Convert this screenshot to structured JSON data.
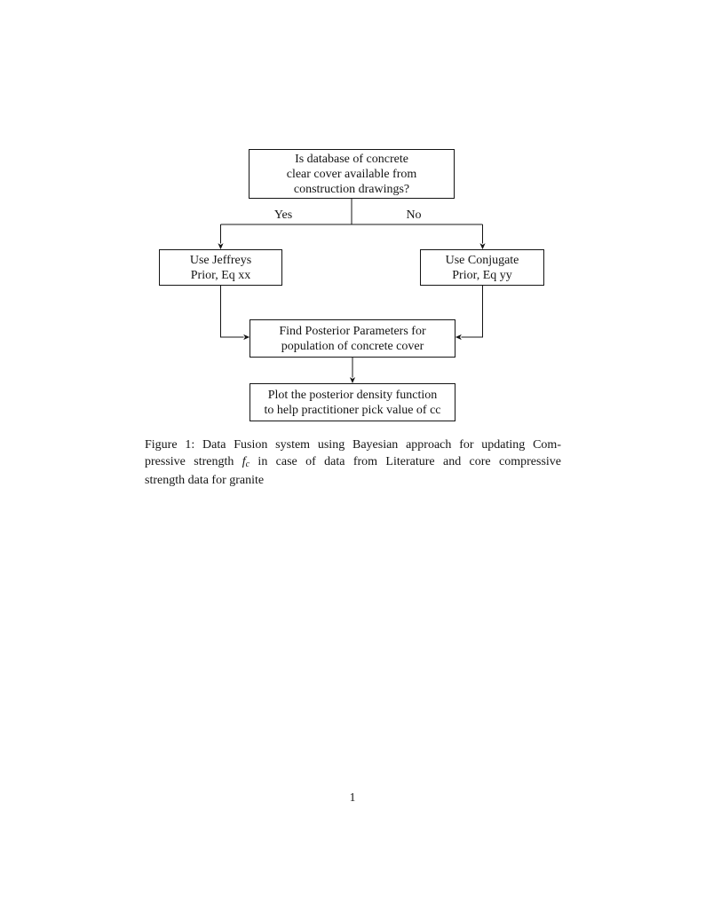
{
  "page": {
    "number": "1"
  },
  "flowchart": {
    "decision": {
      "lines": [
        "Is database of concrete",
        "clear cover available from",
        "construction drawings?"
      ]
    },
    "branch_labels": {
      "yes": "Yes",
      "no": "No"
    },
    "jeffreys": {
      "lines": [
        "Use Jeffreys",
        "Prior, Eq xx"
      ]
    },
    "conjugate": {
      "lines": [
        "Use Conjugate",
        "Prior, Eq yy"
      ]
    },
    "posterior": {
      "lines": [
        "Find Posterior Parameters for",
        "population of concrete cover"
      ]
    },
    "plot": {
      "lines": [
        "Plot the posterior density function",
        "to help practitioner pick value of cc"
      ]
    },
    "line_color": "#141414"
  },
  "caption": {
    "line1": "Figure 1: Data Fusion system using Bayesian approach for updating Com-",
    "line2_pre": "pressive strength ",
    "math_symbol": "f",
    "math_subscript": "c",
    "line2_post": " in case of data from Literature and core compressive",
    "line3": "strength data for granite"
  }
}
